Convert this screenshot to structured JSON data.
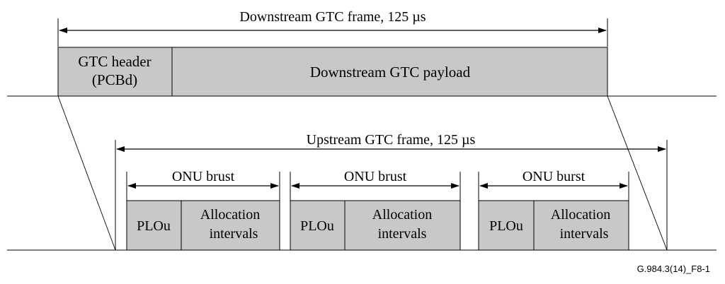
{
  "downstream": {
    "frame_label": "Downstream GTC frame, 125 µs",
    "header_line1": "GTC header",
    "header_line2": "(PCBd)",
    "payload_label": "Downstream GTC payload"
  },
  "upstream": {
    "frame_label": "Upstream GTC frame, 125 µs",
    "bursts": [
      {
        "label": "ONU brust",
        "plou": "PLOu",
        "alloc_line1": "Allocation",
        "alloc_line2": "intervals"
      },
      {
        "label": "ONU brust",
        "plou": "PLOu",
        "alloc_line1": "Allocation",
        "alloc_line2": "intervals"
      },
      {
        "label": "ONU burst",
        "plou": "PLOu",
        "alloc_line1": "Allocation",
        "alloc_line2": "intervals"
      }
    ]
  },
  "figure_id": "G.984.3(14)_F8-1",
  "colors": {
    "box_fill": "#c8c8c8",
    "line": "#000000"
  }
}
